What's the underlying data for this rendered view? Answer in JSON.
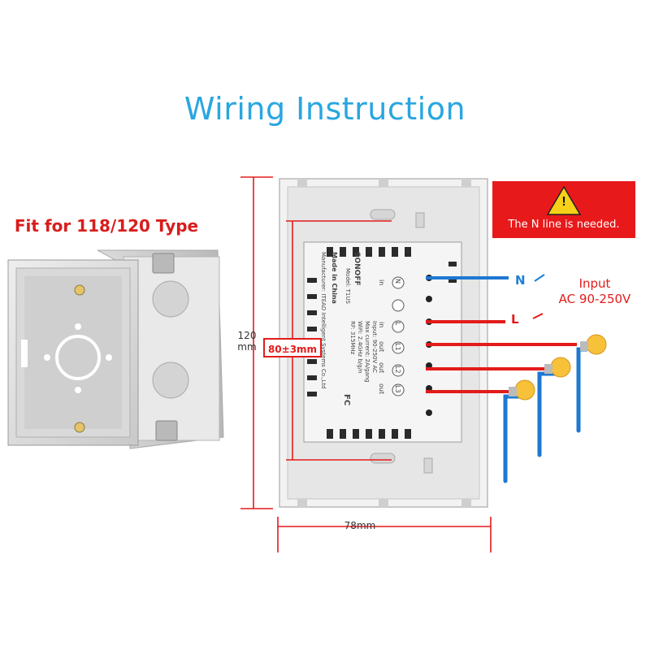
{
  "title": "Wiring Instruction",
  "fit_label": "Fit for 118/120 Type",
  "warning": {
    "symbol": "!",
    "text": "The N line is needed."
  },
  "dimensions": {
    "height": "120",
    "height_unit": "mm",
    "width": "78mm",
    "module_height": "80±3mm"
  },
  "wiring": {
    "n_tag": "N",
    "l_tag": "L",
    "input_label": "Input",
    "input_voltage": "AC 90-250V"
  },
  "module": {
    "brand": "SONOFF",
    "model": "Model: T1US",
    "origin": "Made in China",
    "input": "Input: 90-250V AC",
    "current": "Max current: 2A/gang",
    "wifi": "WiFi: 2.4GHz b/g/n",
    "rf": "RF: 315MHz",
    "manufacturer": "Manufacturer: ITEAD Intelligent Systems Co.,Ltd",
    "terminals": [
      "N",
      "L",
      "L1",
      "L2",
      "L3"
    ],
    "terminal_labels": [
      "in",
      "in",
      "out",
      "out",
      "out"
    ],
    "fcc": "FC"
  },
  "colors": {
    "title": "#2aa6e0",
    "red": "#e31b1b",
    "blue": "#1e7fd6",
    "wire_blue": "#1e78d2",
    "bulb": "#f7c13a"
  }
}
